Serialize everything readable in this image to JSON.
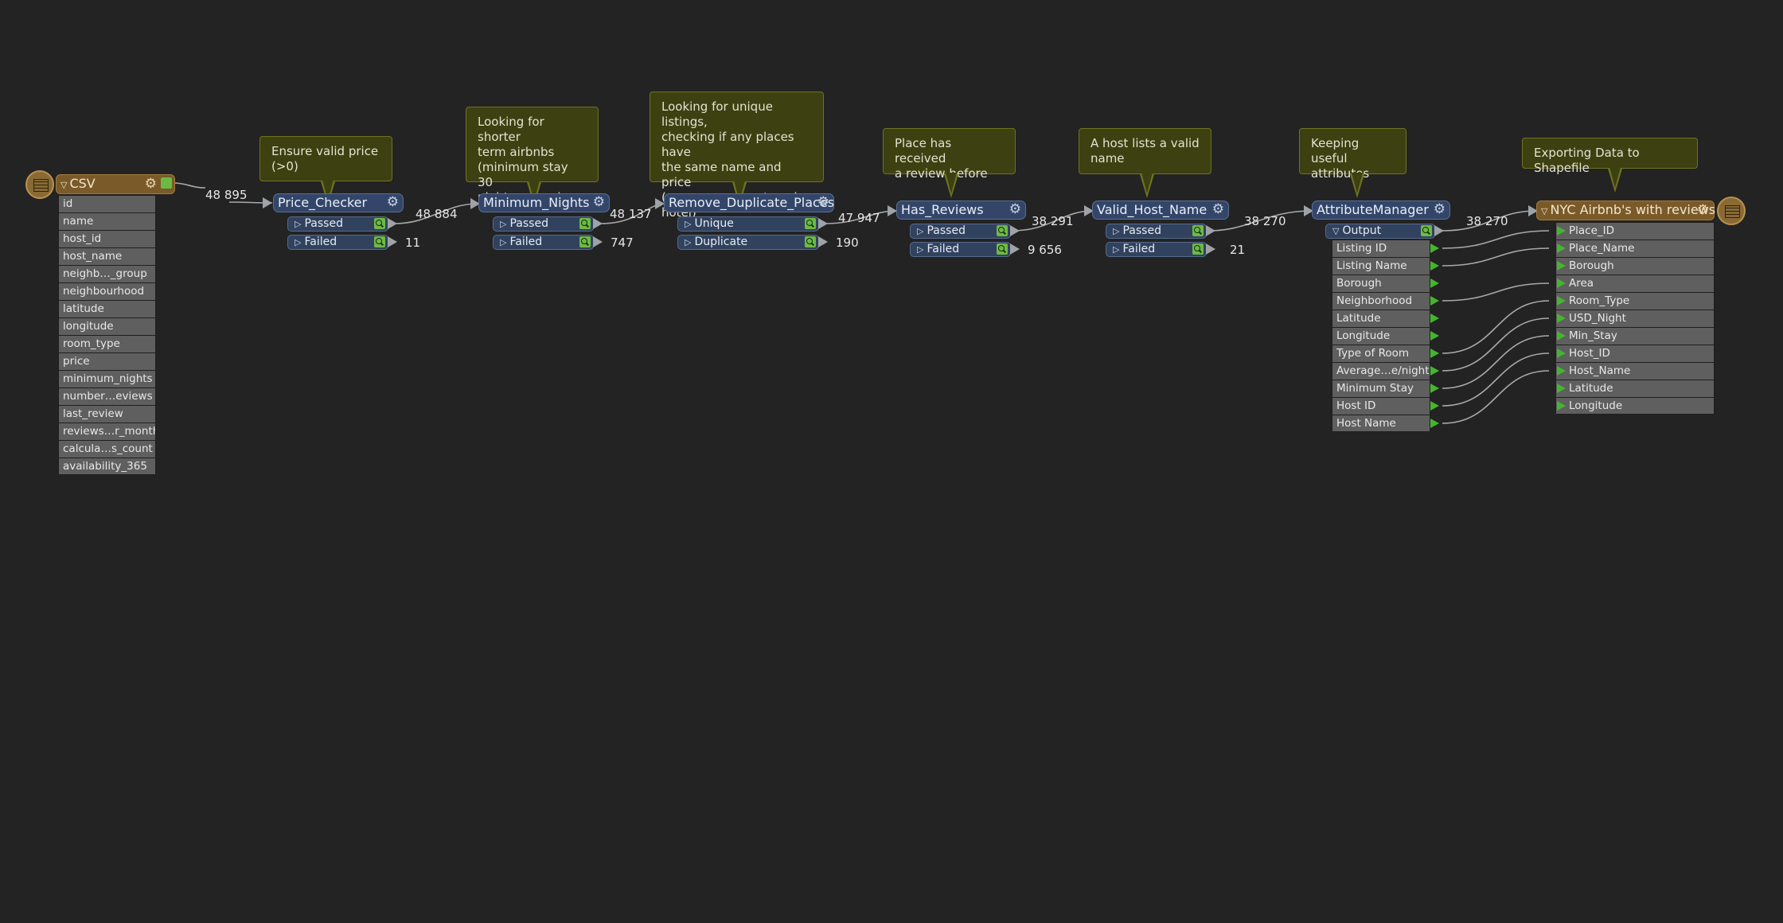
{
  "reader": {
    "name": "CSV",
    "attributes": [
      "id",
      "name",
      "host_id",
      "host_name",
      "neighb…_group",
      "neighbourhood",
      "latitude",
      "longitude",
      "room_type",
      "price",
      "minimum_nights",
      "number…eviews",
      "last_review",
      "reviews…r_month",
      "calcula…s_count",
      "availability_365"
    ]
  },
  "reader_count": "48 895",
  "transformers": [
    {
      "name": "Price_Checker",
      "note": "Ensure valid price\n(>0)",
      "ports": [
        {
          "label": "Passed",
          "count": "48 884"
        },
        {
          "label": "Failed",
          "count": "11"
        }
      ]
    },
    {
      "name": "Minimum_Nights",
      "note": "Looking for shorter\nterm airbnbs\n(minimum stay 30\nnights or less)",
      "ports": [
        {
          "label": "Passed",
          "count": "48 137"
        },
        {
          "label": "Failed",
          "count": "747"
        }
      ]
    },
    {
      "name": "Remove_Duplicate_Places",
      "note": "Looking for unique listings,\nchecking if any places have\nthe same name and price\n(e.g. same room type in\nhotel)",
      "ports": [
        {
          "label": "Unique",
          "count": "47 947"
        },
        {
          "label": "Duplicate",
          "count": "190"
        }
      ]
    },
    {
      "name": "Has_Reviews",
      "note": "Place has received\na review before",
      "ports": [
        {
          "label": "Passed",
          "count": "38 291"
        },
        {
          "label": "Failed",
          "count": "9 656"
        }
      ]
    },
    {
      "name": "Valid_Host_Name",
      "note": "A host lists a valid\nname",
      "ports": [
        {
          "label": "Passed",
          "count": "38 270"
        },
        {
          "label": "Failed",
          "count": "21"
        }
      ]
    }
  ],
  "attribute_manager": {
    "name": "AttributeManager",
    "note": "Keeping useful\nattributes",
    "port": "Output",
    "count": "38 270",
    "attributes": [
      "Listing ID",
      "Listing Name",
      "Borough",
      "Neighborhood",
      "Latitude",
      "Longitude",
      "Type of Room",
      "Average…e/night",
      "Minimum Stay",
      "Host ID",
      "Host Name"
    ]
  },
  "writer": {
    "name": "NYC Airbnb's with reviews",
    "note": "Exporting Data to Shapefile",
    "attributes": [
      "Place_ID",
      "Place_Name",
      "Borough",
      "Area",
      "Room_Type",
      "USD_Night",
      "Min_Stay",
      "Host_ID",
      "Host_Name",
      "Latitude",
      "Longitude"
    ]
  },
  "colors": {
    "canvas": "#232323",
    "annotation": "#3d4010",
    "transformer": "#33466a",
    "feature_type": "#7a5a28",
    "port_green": "#44b52e"
  }
}
